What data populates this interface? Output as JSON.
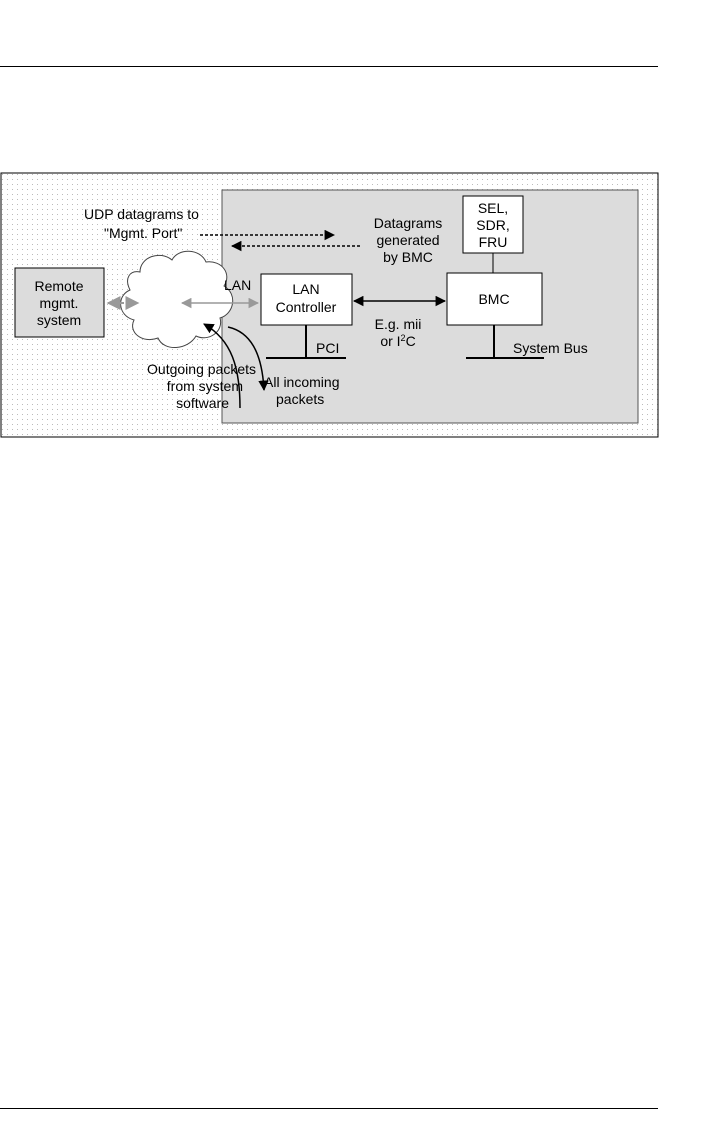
{
  "diagram": {
    "labels": {
      "udp_line1": "UDP datagrams to",
      "udp_line2": "\"Mgmt. Port\"",
      "dg_line1": "Datagrams",
      "dg_line2": "generated",
      "dg_line3": "by BMC",
      "lan": "LAN",
      "mii_line1": "E.g. mii",
      "mii_line2_prefix": "or I",
      "mii_line2_sup": "2",
      "mii_line2_suffix": "C",
      "pci": "PCI",
      "system_bus": "System Bus",
      "outgoing_line1": "Outgoing packets",
      "outgoing_line2": "from system",
      "outgoing_line3": "software",
      "incoming_line1": "All incoming",
      "incoming_line2": "packets"
    },
    "boxes": {
      "remote_line1": "Remote",
      "remote_line2": "mgmt.",
      "remote_line3": "system",
      "lan_ctrl_line1": "LAN",
      "lan_ctrl_line2": "Controller",
      "bmc": "BMC",
      "sel_line1": "SEL,",
      "sel_line2": "SDR,",
      "sel_line3": "FRU"
    },
    "colors": {
      "system_fill": "#dcdcdc",
      "remote_fill": "#dcdcdc",
      "lan_link_arrow": "#999999",
      "dot_grid": "#bbbbbb"
    }
  }
}
